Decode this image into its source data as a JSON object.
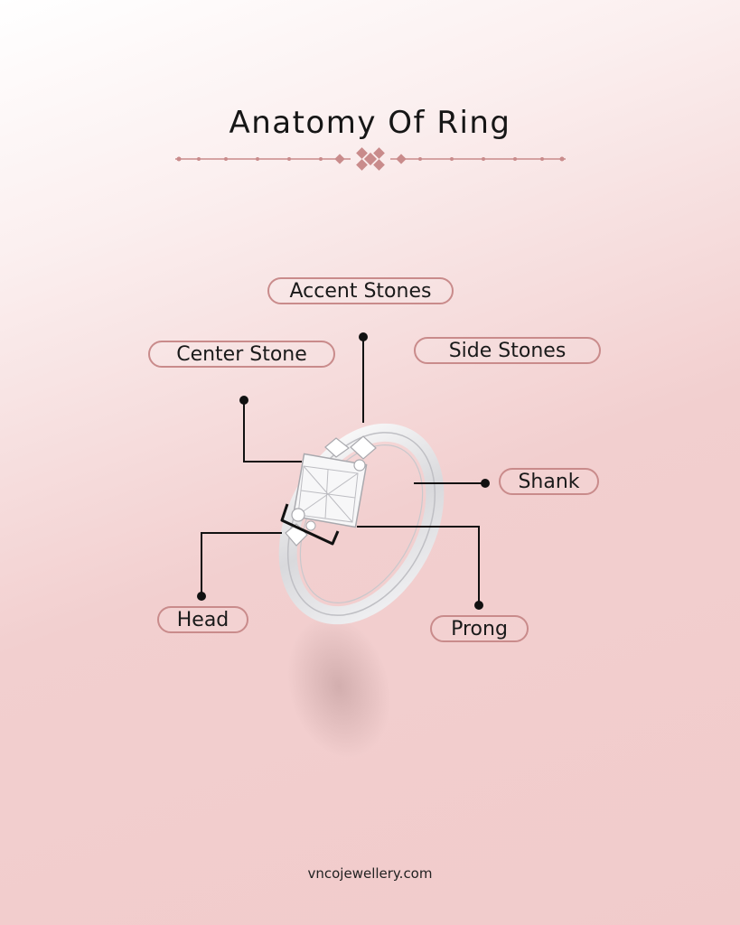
{
  "title": "Anatomy Of Ring",
  "labels": {
    "accent_stones": "Accent Stones",
    "center_stone": "Center Stone",
    "side_stones": "Side Stones",
    "shank": "Shank",
    "head": "Head",
    "prong": "Prong"
  },
  "footer": "vncojewellery.com",
  "colors": {
    "accent": "#c98b8b",
    "line": "#111111"
  }
}
